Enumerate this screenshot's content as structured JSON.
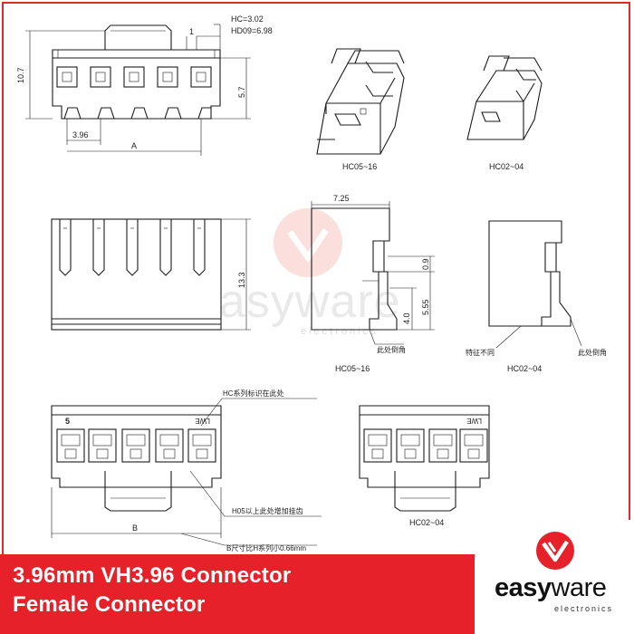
{
  "watermark": {
    "word": "easyware",
    "sub": "electronics"
  },
  "drawing": {
    "top_left": {
      "hc_label": "HC=3.02",
      "hd_label": "HD09=6.98",
      "dim_one": "1",
      "dim_height": "10.7",
      "dim_inner": "5.7",
      "dim_pitch": "3.96",
      "dim_a": "A"
    },
    "iso_top": {
      "label_hc05": "HC05~16",
      "label_hc02": "HC02~04"
    },
    "side": {
      "dim_width": "7.25",
      "dim_height": "13.3",
      "dim_09": "0.9",
      "dim_40": "4.0",
      "dim_555": "5.55",
      "chamfer_note": "此处倒角",
      "label_hc05": "HC05~16",
      "feature_note": "特征不同",
      "chamfer_note2": "此处倒角",
      "label_hc02": "HC02~04"
    },
    "bottom": {
      "hc_mark_note": "HC系列标识在此处",
      "pin_num": "5",
      "brand_mark": "LWE",
      "brand_mark2": "LWE",
      "hook_note": "H05以上此处增加挂齿",
      "dim_b": "B",
      "b_note": "B尺寸比H系列小0.66mm",
      "label_hc02": "HC02~04"
    }
  },
  "banner": {
    "line1": "3.96mm VH3.96 Connector",
    "line2": "Female Connector"
  },
  "logo": {
    "word_bold": "easy",
    "word_light": "ware",
    "sub": "electronics"
  },
  "colors": {
    "brand_red": "#e62129",
    "frame_red": "#e02a2a",
    "line": "#1b1b1b"
  }
}
